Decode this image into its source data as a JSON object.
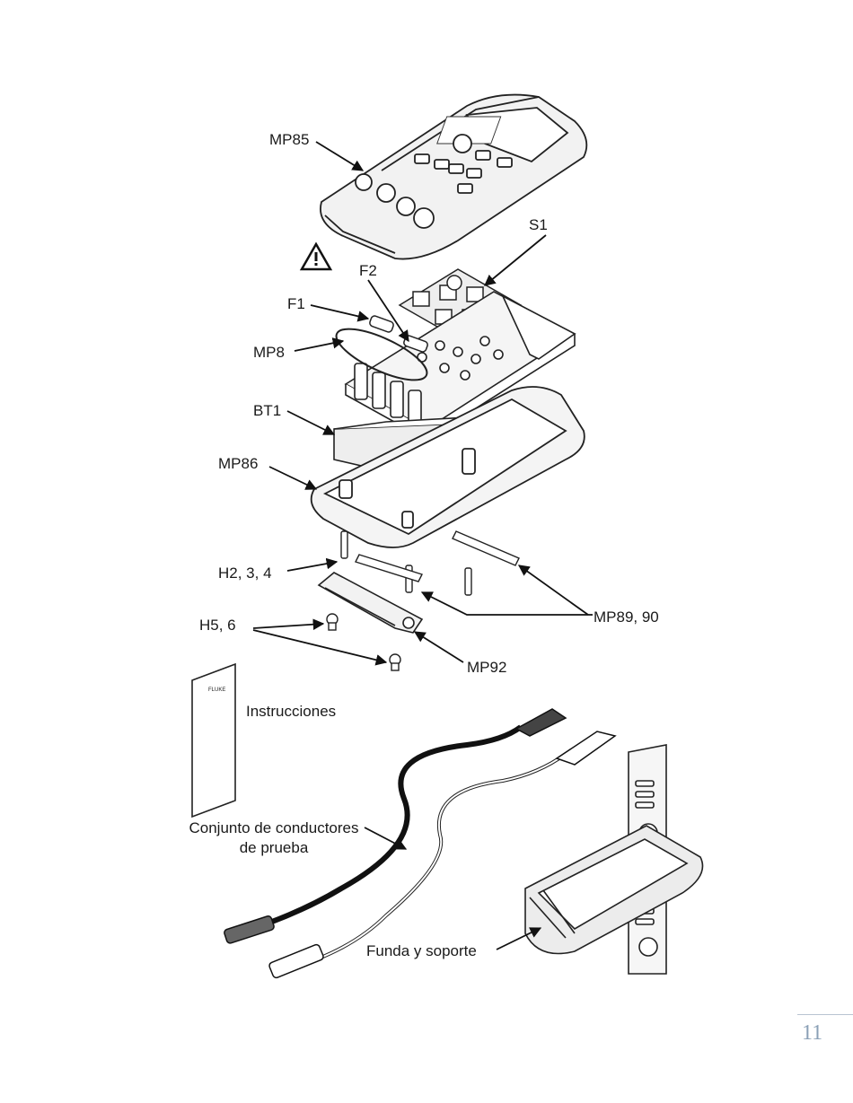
{
  "labels": {
    "mp85": "MP85",
    "s1": "S1",
    "f2": "F2",
    "f1": "F1",
    "mp8": "MP8",
    "bt1": "BT1",
    "mp86": "MP86",
    "h234": "H2, 3, 4",
    "mp8990": "MP89, 90",
    "h56": "H5, 6",
    "mp92": "MP92",
    "instrucciones": "Instrucciones",
    "leads": "Conjunto de conductores de prueba",
    "holster": "Funda y soporte"
  },
  "manual_brand": "FLUKE",
  "page_number": "11",
  "icons": [
    "warning-triangle-icon"
  ]
}
